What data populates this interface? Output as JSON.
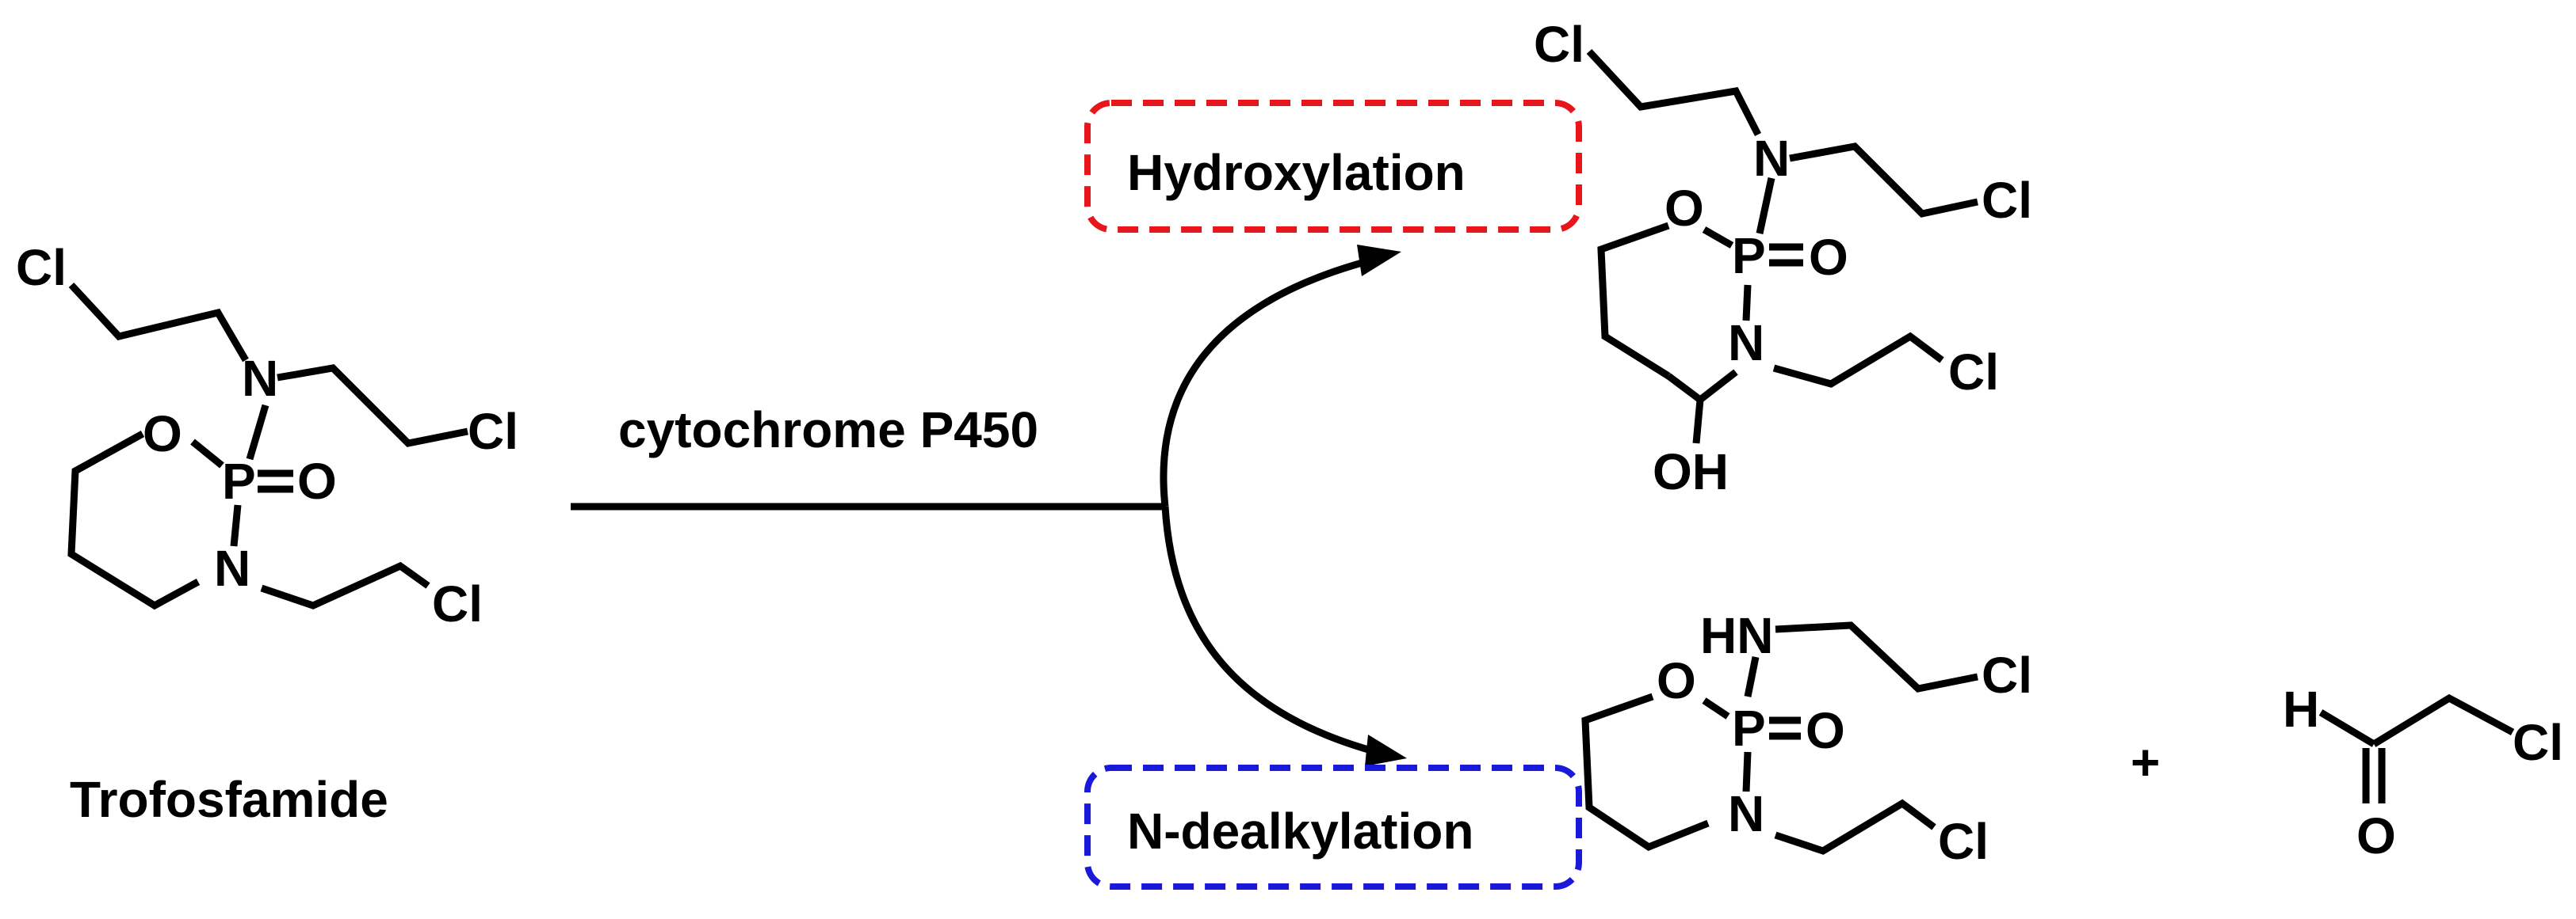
{
  "reaction": {
    "reagent": "cytochrome P450",
    "plus_sign": "+"
  },
  "starting_material": {
    "name": "Trofosfamide"
  },
  "pathways": [
    {
      "label": "Hydroxylation",
      "box_color": "#e8161b"
    },
    {
      "label": "N-dealkylation",
      "box_color": "#1a19d9"
    }
  ],
  "atoms": {
    "cl": "Cl",
    "n": "N",
    "o": "O",
    "p": "P",
    "hn": "HN",
    "oh": "OH",
    "h": "H"
  }
}
